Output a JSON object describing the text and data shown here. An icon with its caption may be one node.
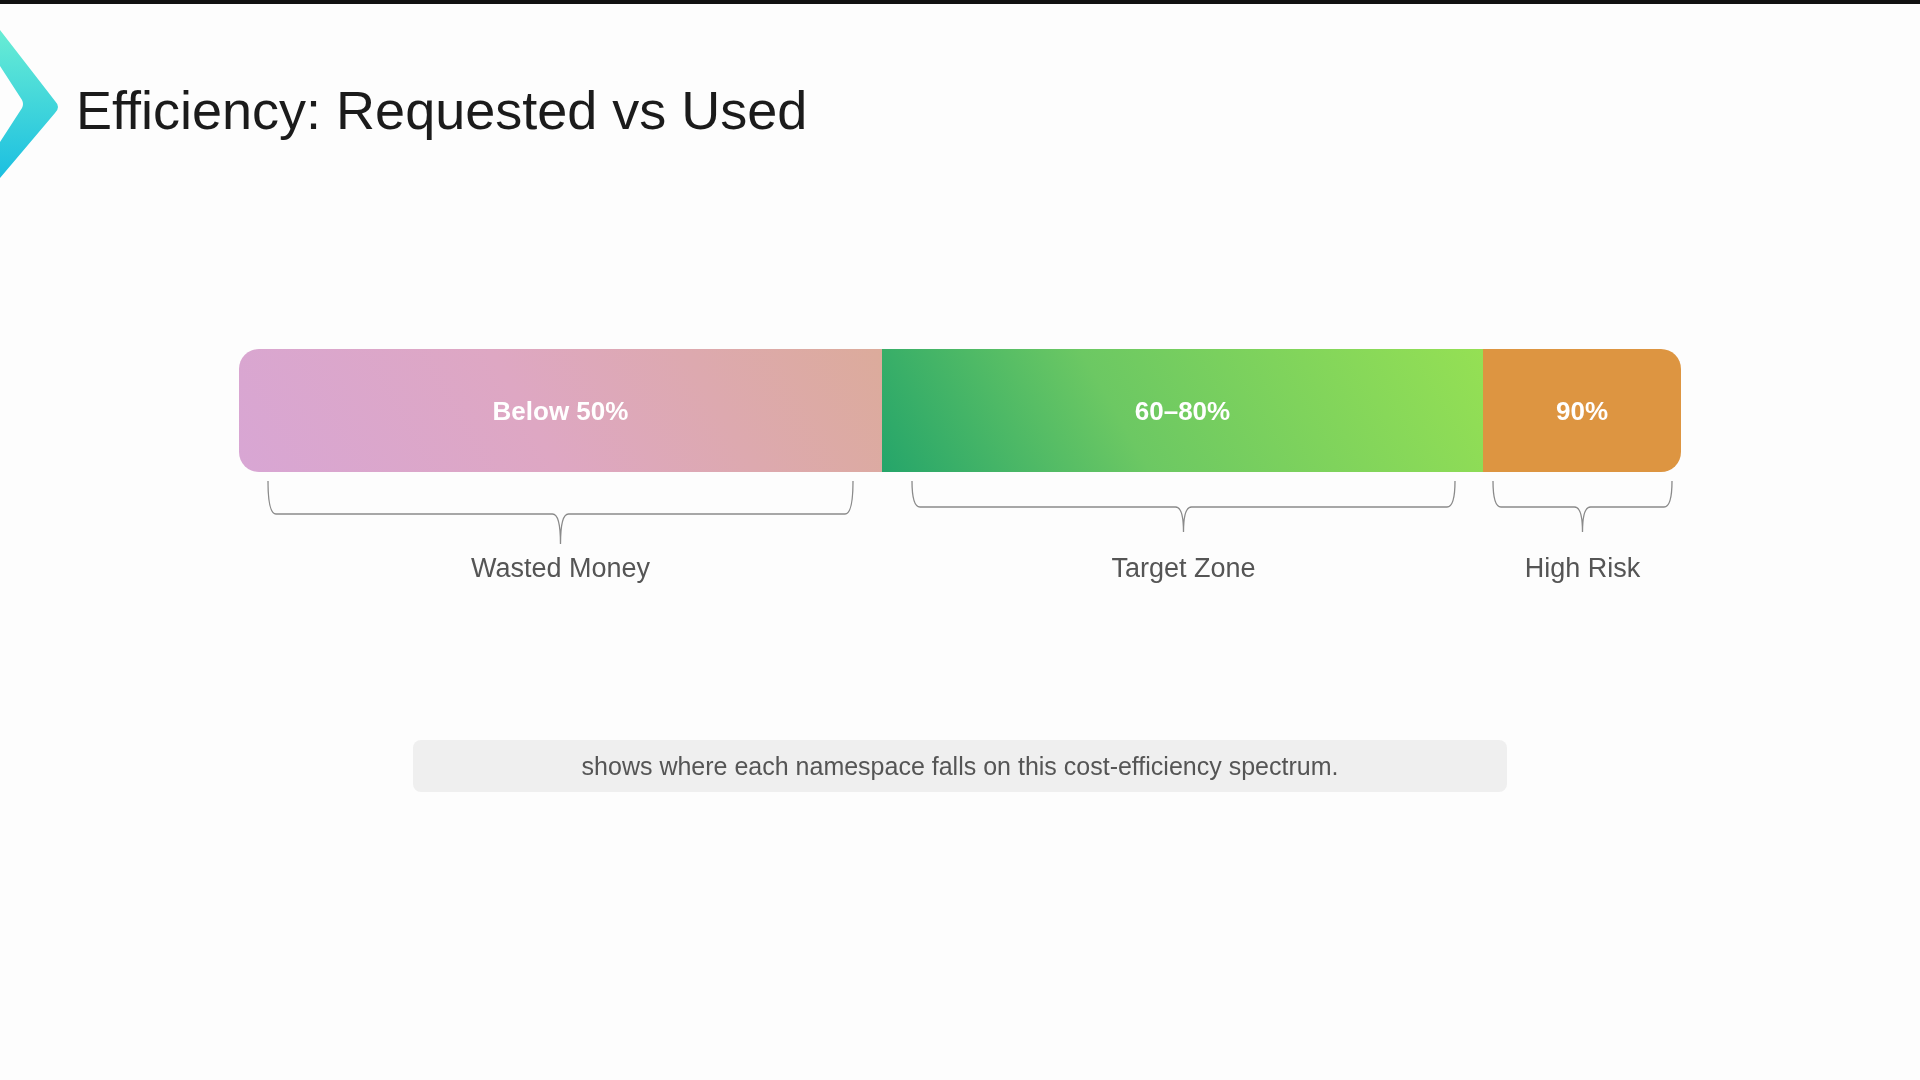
{
  "diagram": {
    "title": "Efficiency: Requested vs Used",
    "nodes": [
      {
        "text": [
          "Below 50%"
        ],
        "beside": [
          "Wasted Money"
        ]
      },
      {
        "text": [
          "60–80%"
        ],
        "beside": [
          "Target Zone"
        ]
      },
      {
        "text": [
          "90%"
        ],
        "beside": [
          "High Risk"
        ]
      },
      {
        "text": [
          "shows where each namespace falls on this cost-efficiency spectrum."
        ]
      }
    ]
  }
}
